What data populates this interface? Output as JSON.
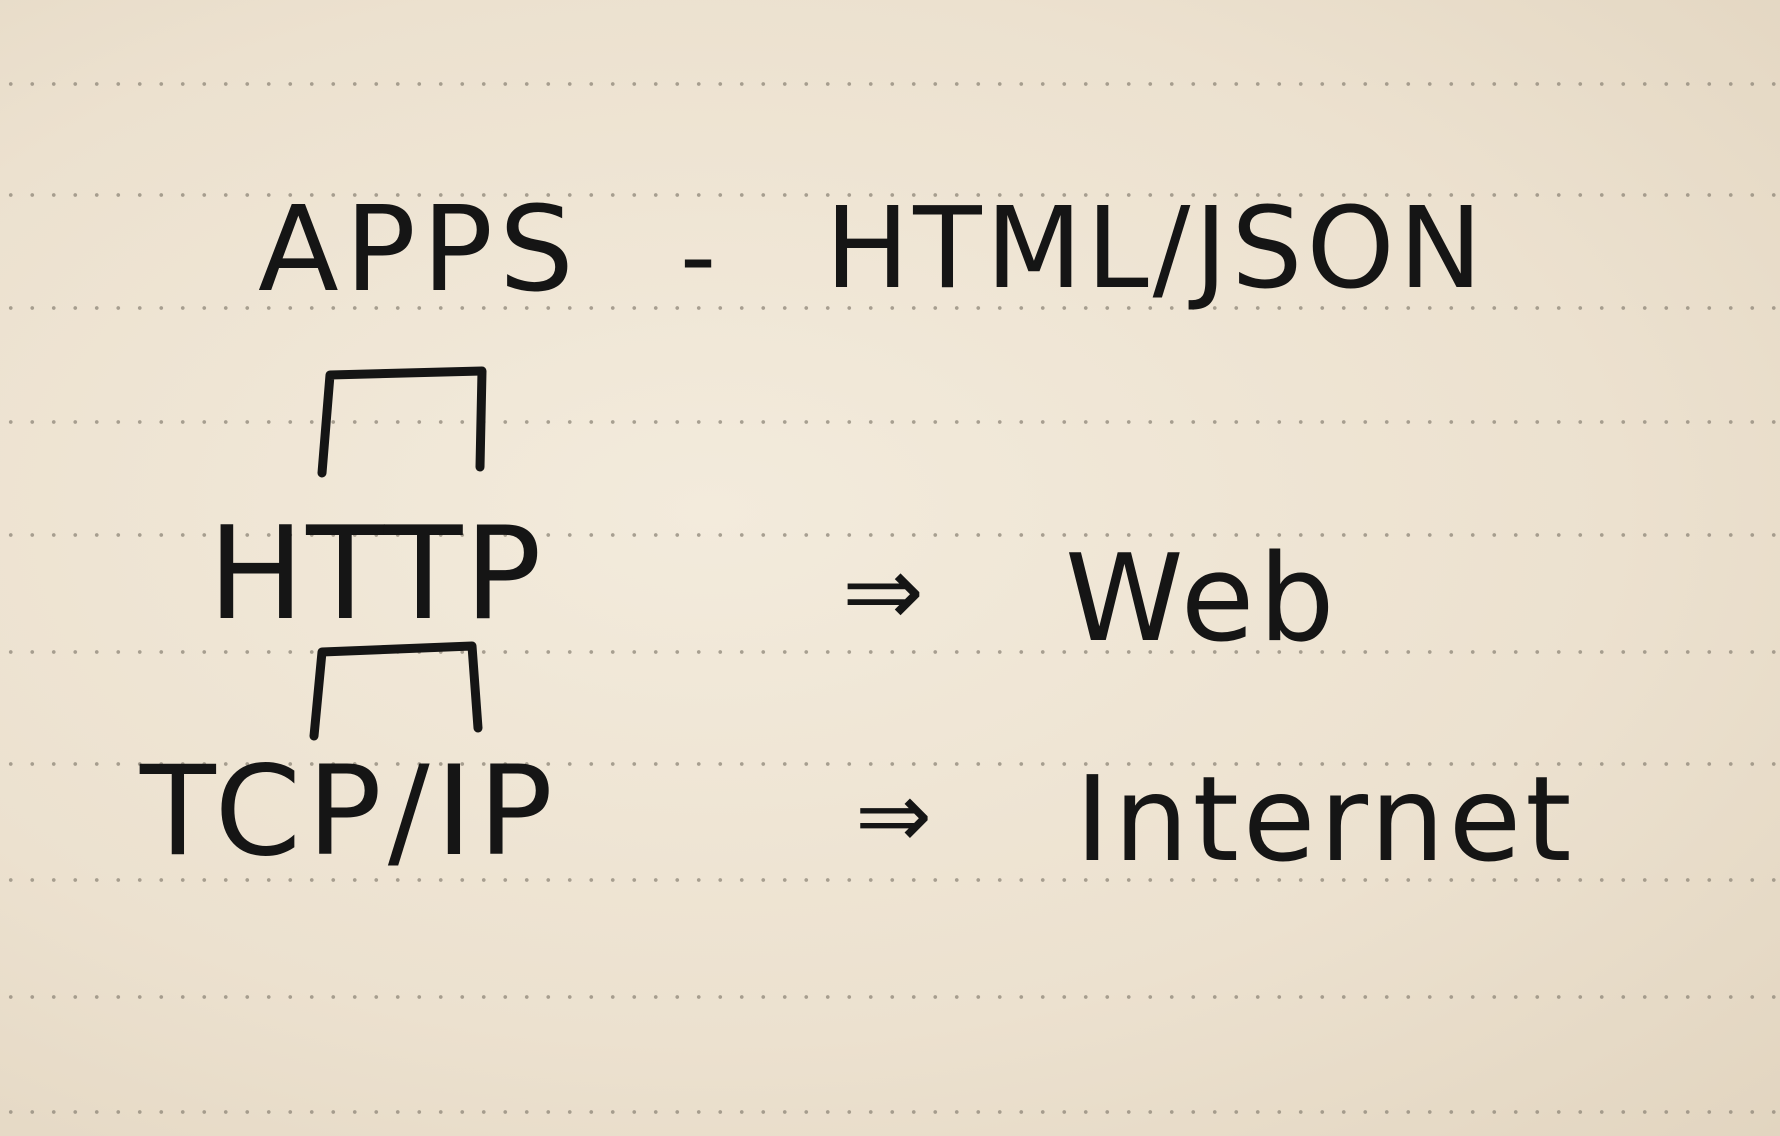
{
  "layers": [
    {
      "name": "APPS",
      "separator": "-",
      "description": "HTML/JSON"
    },
    {
      "name": "HTTP",
      "arrow": "⇒",
      "description": "Web"
    },
    {
      "name": "TCP/IP",
      "arrow": "⇒",
      "description": "Internet"
    }
  ],
  "colors": {
    "paper": "#efe5d4",
    "ink": "#151515",
    "ruling_dots": "#8e8678"
  }
}
